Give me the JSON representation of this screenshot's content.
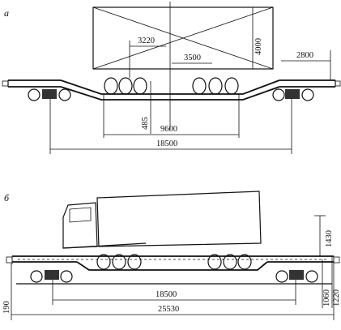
{
  "diagram_a": {
    "label": "а",
    "dimensions": {
      "container_length": "3220",
      "container_height": "4000",
      "wheel_spacing": "3500",
      "deck_depth": "485",
      "deck_length": "9600",
      "overall_length": "18500",
      "overhang": "2800"
    }
  },
  "diagram_b": {
    "label": "б",
    "dimensions": {
      "top_height": "1430",
      "wheel_height": "1060",
      "rail_height": "1220",
      "left_height": "190",
      "inner_length": "18500",
      "overall_length": "25530"
    }
  }
}
